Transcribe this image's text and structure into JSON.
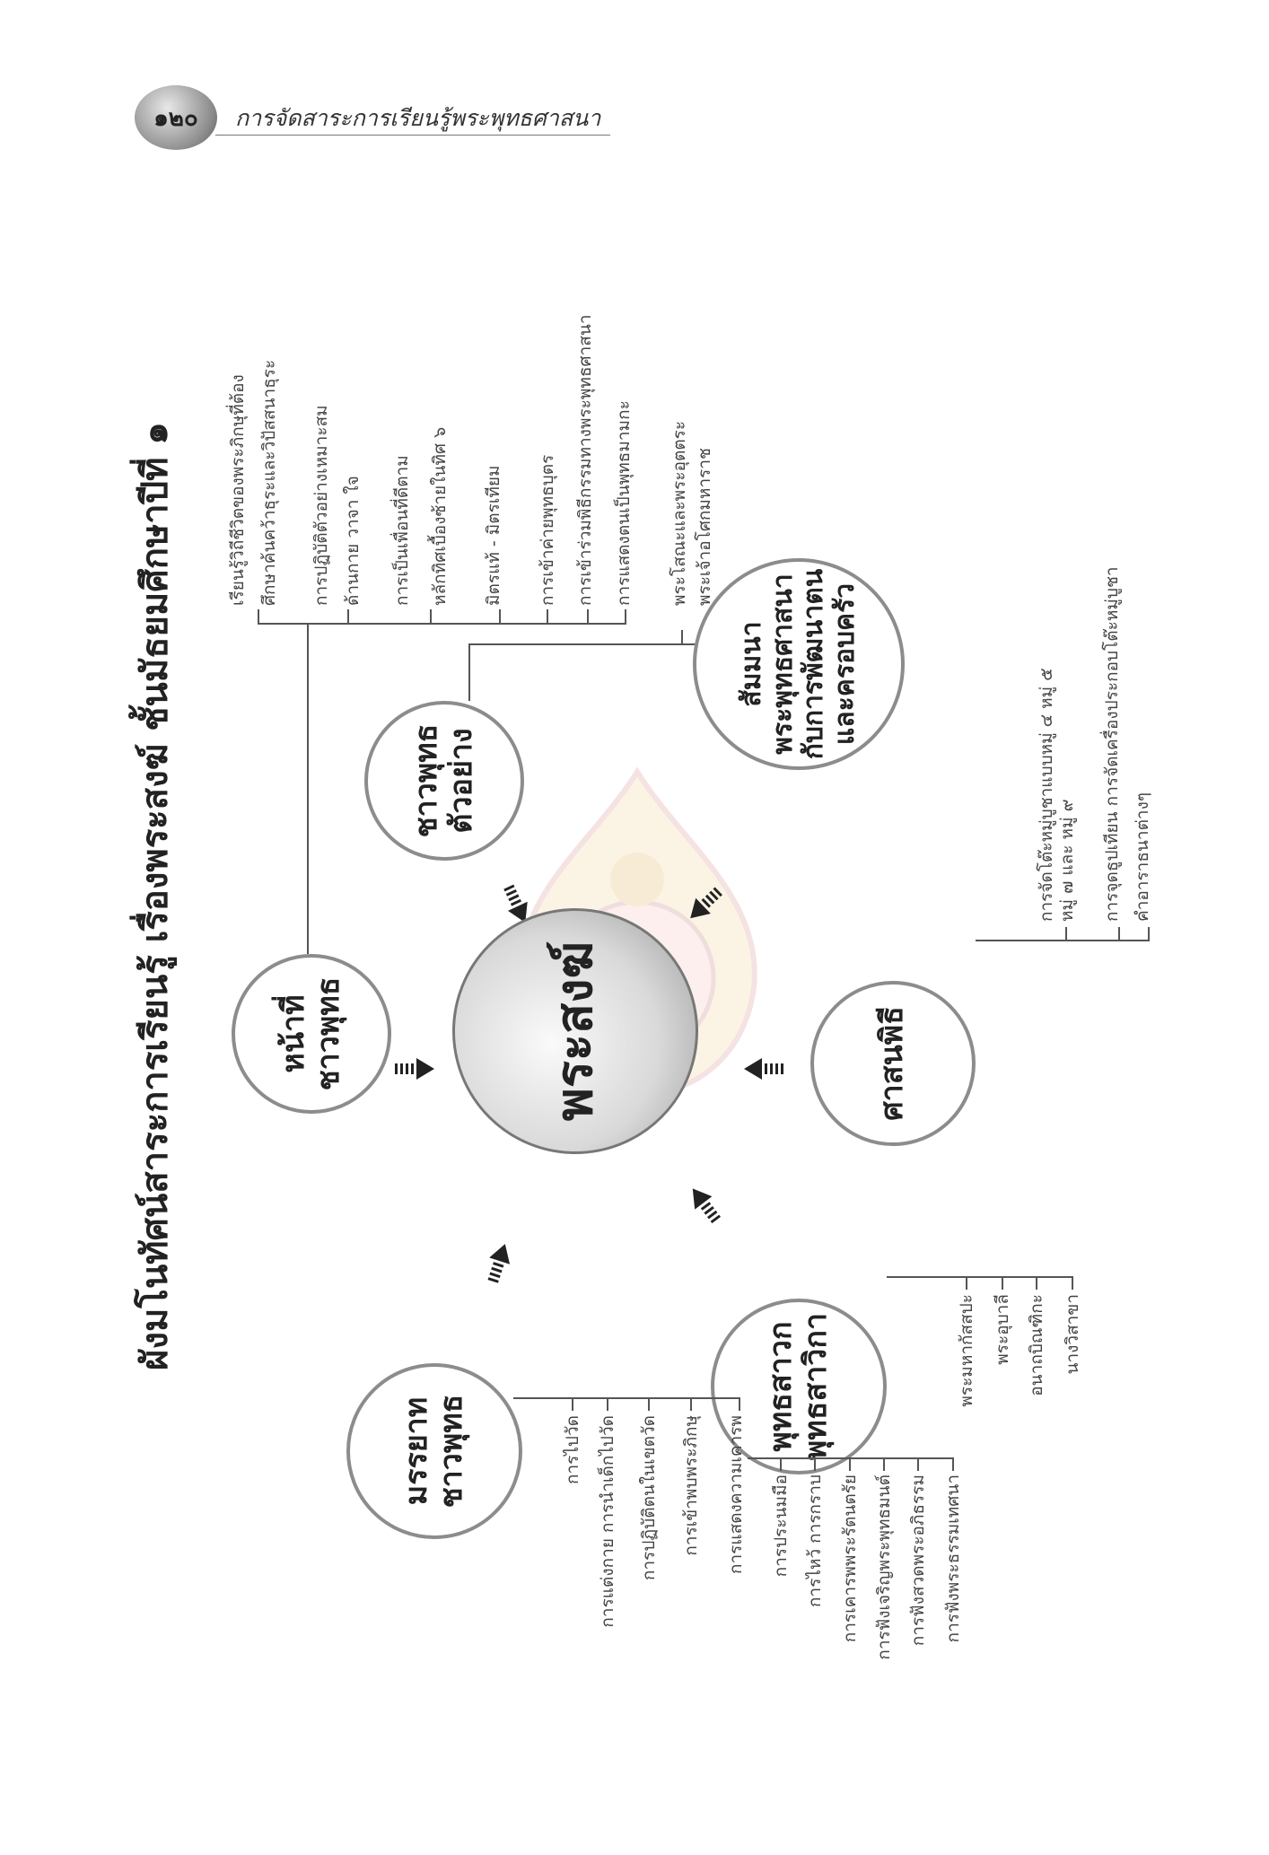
{
  "header": {
    "page_number": "๑๒๐",
    "title": "การจัดสาระการเรียนรู้พระพุทธศาสนา"
  },
  "title": "ผังมโนทัศน์สาระการเรียนรู้ เรื่องพระสงฆ์ ชั้นมัธยมศึกษาปีที่ ๑",
  "center": "พระสงฆ์",
  "duties": {
    "label": [
      "หน้าที่",
      "ชาวพุทธ"
    ],
    "items": [
      "เรียนรู้วิถีชีวิตของพระภิกษุที่ต้อง",
      "ศึกษาค้นคว้าธุระและวิปัสสนาธุระ",
      "การปฏิบัติตัวอย่างเหมาะสม",
      "ด้านกาย วาจา ใจ",
      "การเป็นเพื่อนที่ดีตาม",
      "หลักทิศเบื้องซ้ายในทิศ ๖",
      "มิตรแท้ - มิตรเทียม",
      "การเข้าค่ายพุทธบุตร",
      "การเข้าร่วมพิธีกรรมทางพระพุทธศาสนา",
      "การแสดงตนเป็นพุทธมามกะ"
    ]
  },
  "exemplary": {
    "label": [
      "ชาวพุทธ",
      "ตัวอย่าง"
    ],
    "items": [
      "พระโสณะและพระอุตตระ",
      "พระเจ้าอโศกมหาราช"
    ]
  },
  "seminar": {
    "label": [
      "สัมมนา",
      "พระพุทธศาสนา",
      "กับการพัฒนาตน",
      "และครอบครัว"
    ]
  },
  "ceremony": {
    "label": [
      "ศาสนพิธี"
    ],
    "items": [
      "การจัดโต๊ะหมู่บูชาแบบหมู่ ๔ หมู่ ๕",
      "หมู่ ๗ และ หมู่ ๙",
      "การจุดธูปเทียน การจัดเครื่องประกอบโต๊ะหมู่บูชา",
      "คำอาราธนาต่างๆ"
    ]
  },
  "disciples": {
    "label": [
      "พุทธสาวก",
      "พุทธสาวิกา"
    ],
    "items": [
      "พระมหากัสสปะ",
      "พระอุบาลี",
      "อนาถบิณฑิกะ",
      "นางวิสาขา"
    ]
  },
  "etiquette": {
    "label": [
      "มรรยาท",
      "ชาวพุทธ"
    ],
    "items": [
      "การไปวัด",
      "การแต่งกาย การนำเด็กไปวัด",
      "การปฏิบัติตนในเขตวัด",
      "การเข้าพบพระภิกษุ",
      "การแสดงความเคารพ"
    ],
    "respect_items": [
      "การประนมมือ",
      "การไหว้ การกราบ",
      "การเคารพพระรัตนตรัย",
      "การฟังเจริญพระพุทธมนต์",
      "การฟังสวดพระอภิธรรม",
      "การฟังพระธรรมเทศนา"
    ]
  }
}
